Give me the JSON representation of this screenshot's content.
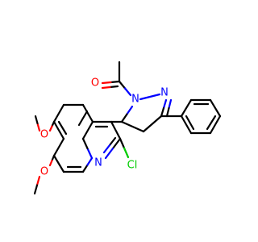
{
  "colors": {
    "background": "#ffffff",
    "carbon_bond": "#000000",
    "oxygen": "#ff0000",
    "nitrogen": "#0000ff",
    "chlorine": "#00cc00"
  },
  "atoms": {
    "o_carbonyl": "O",
    "n_pyrazoline_1": "N",
    "n_pyrazoline_2": "N",
    "o_methoxy_upper": "O",
    "o_methoxy_lower": "O",
    "n_quinoline": "N",
    "cl": "Cl"
  }
}
